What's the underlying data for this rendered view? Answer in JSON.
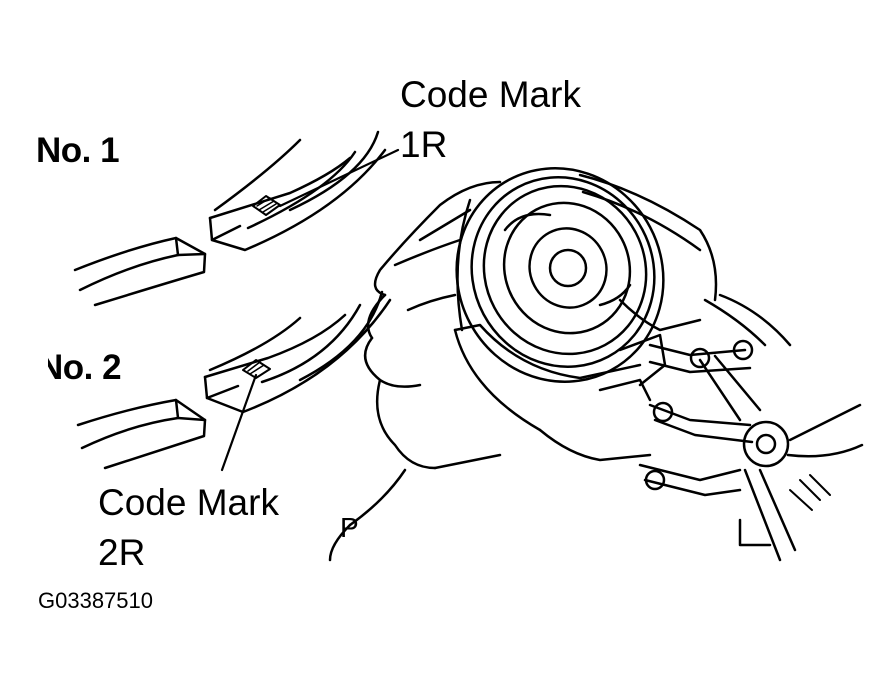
{
  "labels": {
    "code_mark_1_title": "Code Mark",
    "code_mark_1_code": "1R",
    "ring_no1": "No. 1",
    "ring_no2": "No. 2",
    "code_mark_2_title": "Code Mark",
    "code_mark_2_code": "2R",
    "piston_mark": "P",
    "figure_id": "G03387510"
  },
  "colors": {
    "ink": "#000000",
    "paper": "#ffffff"
  }
}
